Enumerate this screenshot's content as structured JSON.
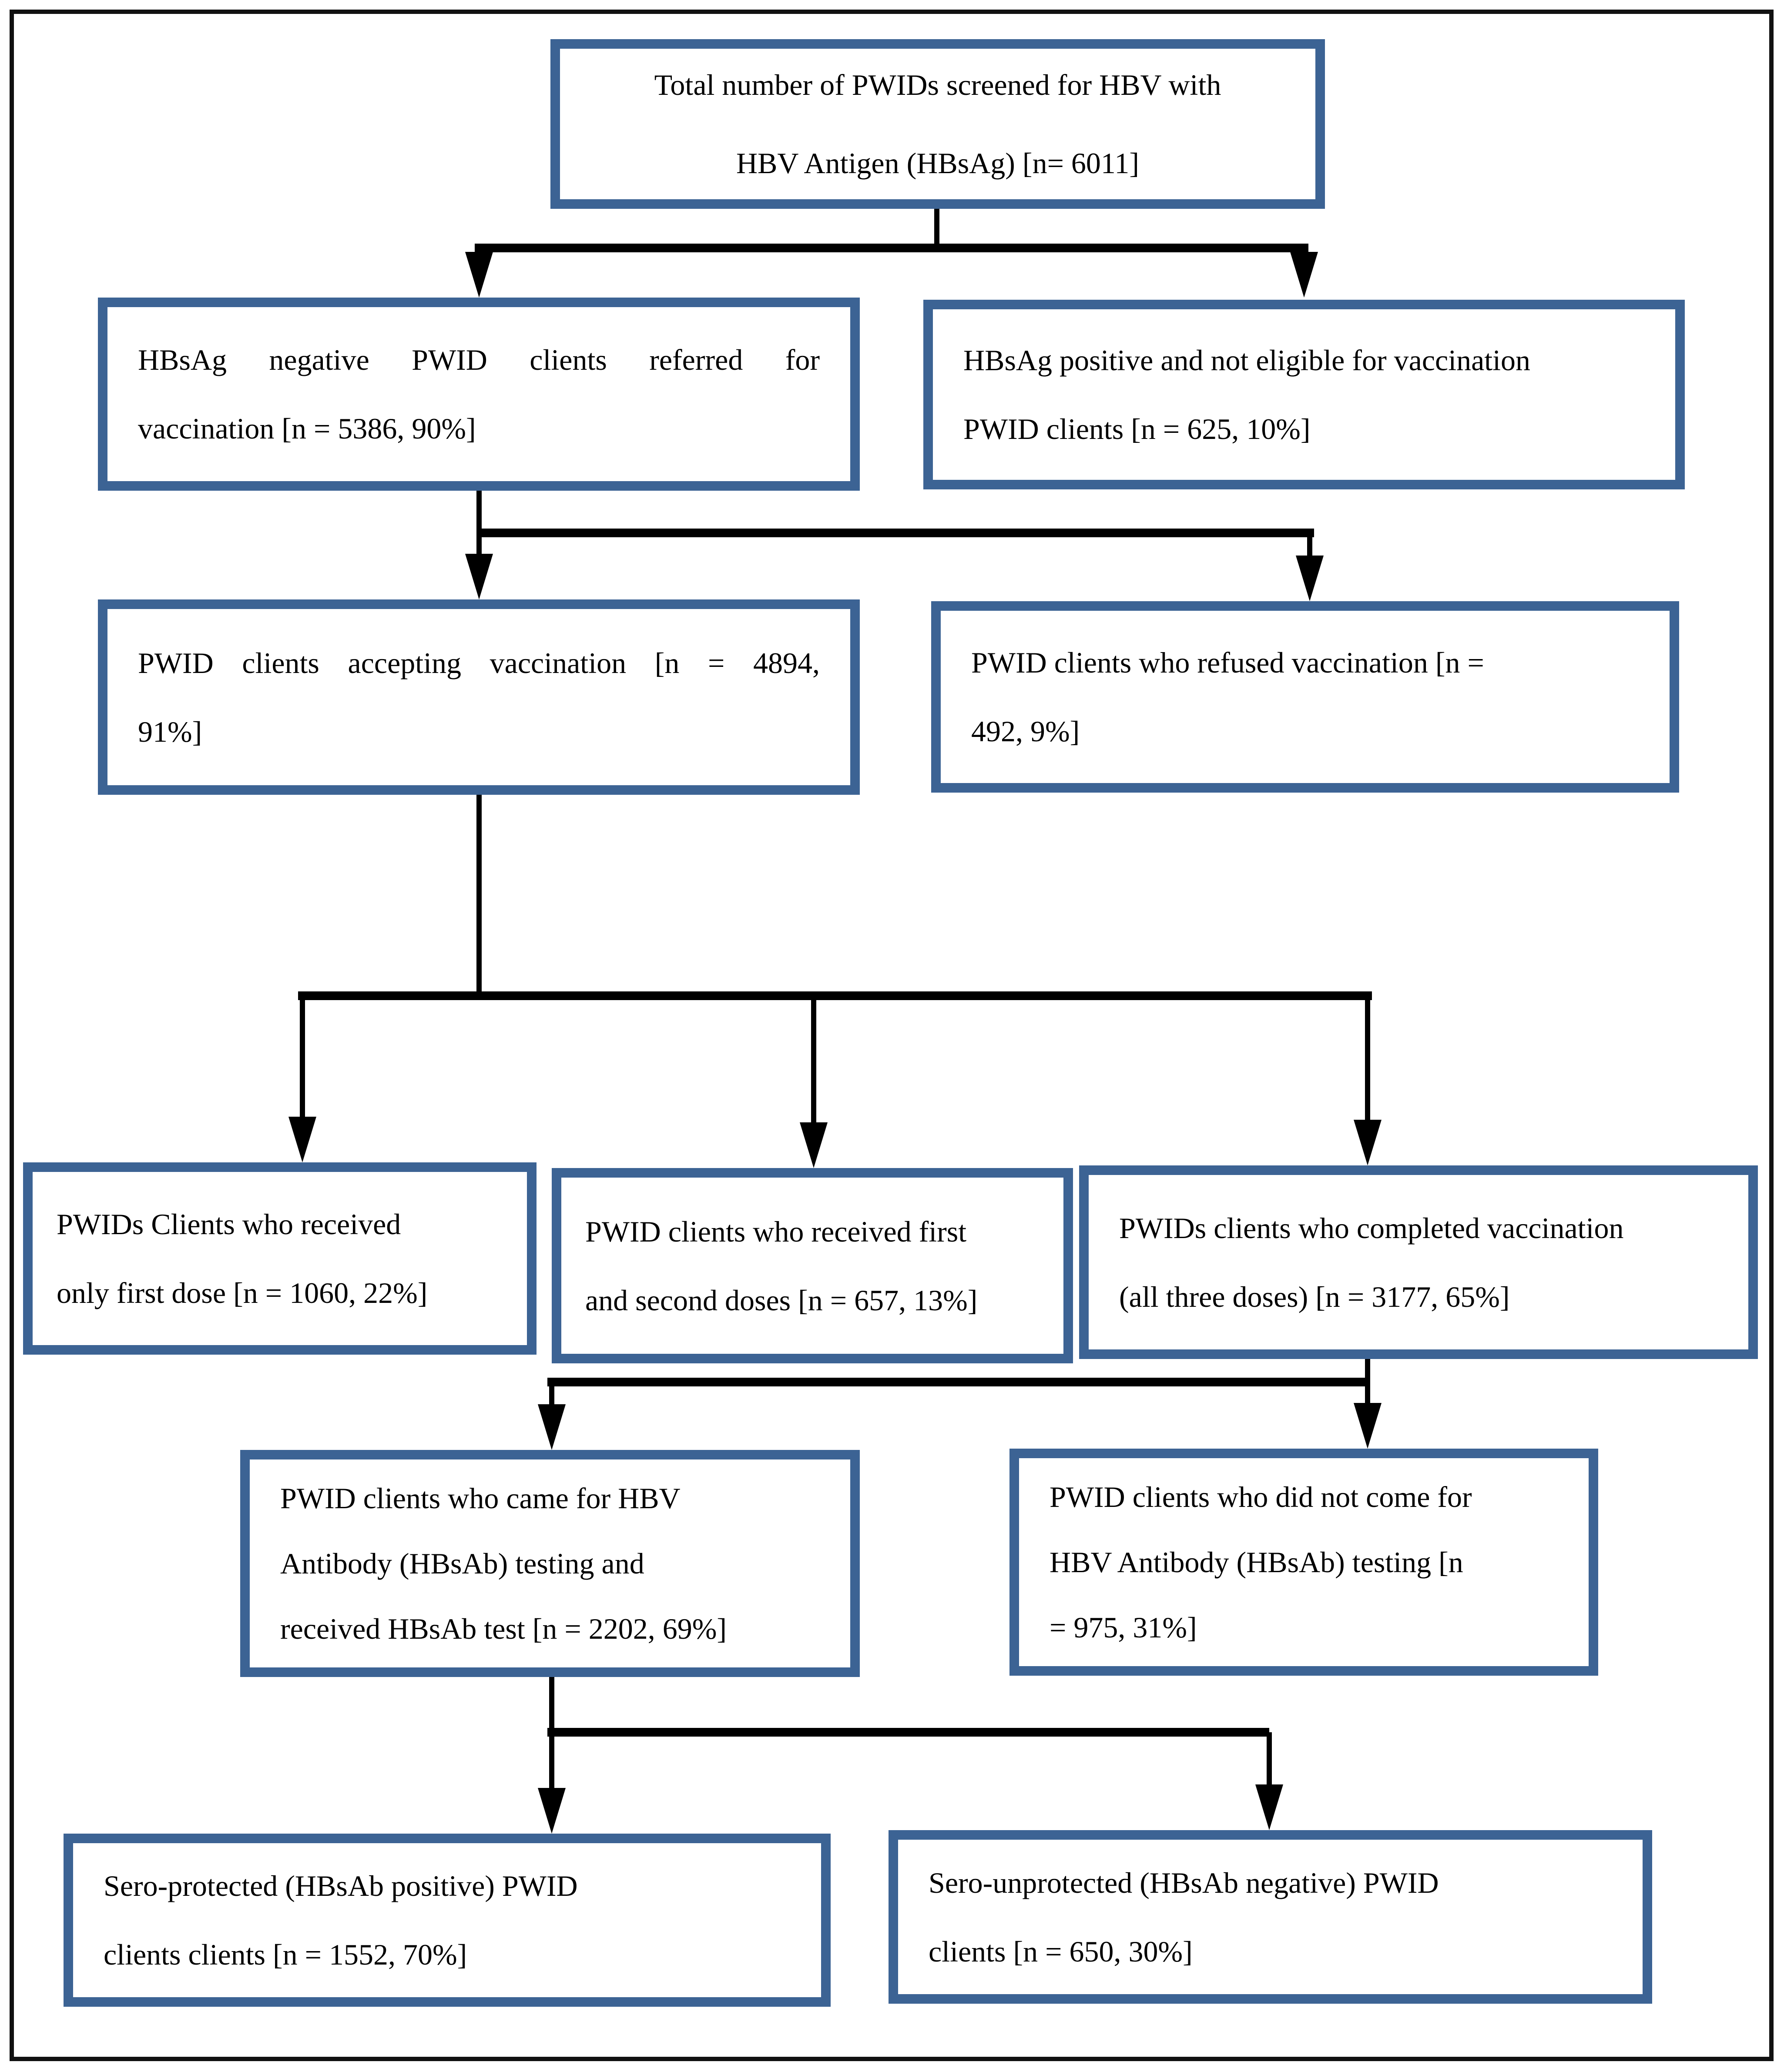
{
  "figure": {
    "type": "flowchart",
    "outer_border_color": "#111111",
    "box_border_color": "#3c6394",
    "text_color": "#000000",
    "nodes": {
      "total": {
        "lines": [
          "Total number of PWIDs screened for HBV with",
          "HBV Antigen (HBsAg) [n= 6011]"
        ]
      },
      "hbsag_negative": {
        "lines": [
          "HBsAg negative PWID clients referred for",
          "vaccination [n = 5386, 90%]"
        ]
      },
      "hbsag_positive": {
        "lines": [
          "HBsAg positive and not eligible for vaccination",
          "PWID clients [n = 625, 10%]"
        ]
      },
      "accepting": {
        "lines": [
          "PWID clients accepting vaccination [n = 4894,",
          "91%]"
        ]
      },
      "refused": {
        "lines": [
          "PWID clients who refused vaccination [n =",
          "492, 9%]"
        ]
      },
      "first_dose_only": {
        "lines": [
          "PWIDs Clients who received",
          "only first dose [n = 1060, 22%]"
        ]
      },
      "first_second_doses": {
        "lines": [
          "PWID clients who received first",
          "and second doses [n = 657, 13%]"
        ]
      },
      "completed_vaccination": {
        "lines": [
          "PWIDs clients who completed vaccination",
          "(all three doses) [n = 3177, 65%]"
        ]
      },
      "came_for_testing": {
        "lines": [
          "PWID clients who came for HBV",
          "Antibody (HBsAb) testing and",
          "received HBsAb test [n = 2202, 69%]"
        ]
      },
      "did_not_come_for_testing": {
        "lines": [
          "PWID clients who did not come for",
          "HBV Antibody (HBsAb) testing [n",
          "= 975, 31%]"
        ]
      },
      "sero_protected": {
        "lines": [
          "Sero-protected (HBsAb positive) PWID",
          "clients clients [n = 1552, 70%]"
        ]
      },
      "sero_unprotected": {
        "lines": [
          "Sero-unprotected (HBsAb negative) PWID",
          "clients [n = 650, 30%]"
        ]
      }
    }
  }
}
